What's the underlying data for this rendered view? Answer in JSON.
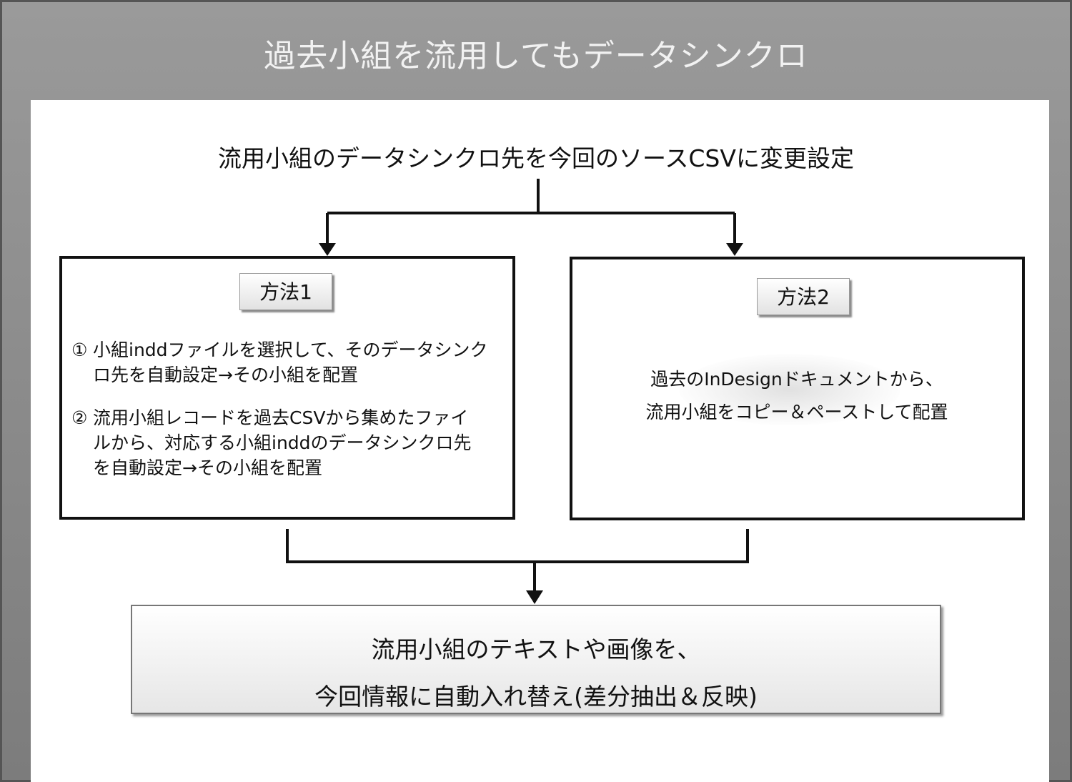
{
  "title": "過去小組を流用してもデータシンクロ",
  "heading": "流用小組のデータシンクロ先を今回のソースCSVに変更設定",
  "method1": {
    "label": "方法1",
    "steps": [
      {
        "num": "①",
        "line1": "小組inddファイルを選択して、そのデータシンク",
        "line2": "ロ先を自動設定→その小組を配置"
      },
      {
        "num": "②",
        "line1": "流用小組レコードを過去CSVから集めたファイ",
        "line2": "ルから、対応する小組inddのデータシンクロ先",
        "line3": "を自動設定→その小組を配置"
      }
    ]
  },
  "method2": {
    "label": "方法2",
    "line1": "過去のInDesignドキュメントから、",
    "line2": "流用小組をコピー＆ペーストして配置"
  },
  "result": {
    "line1": "流用小組のテキストや画像を、",
    "line2": "今回情報に自動入れ替え(差分抽出＆反映)"
  }
}
